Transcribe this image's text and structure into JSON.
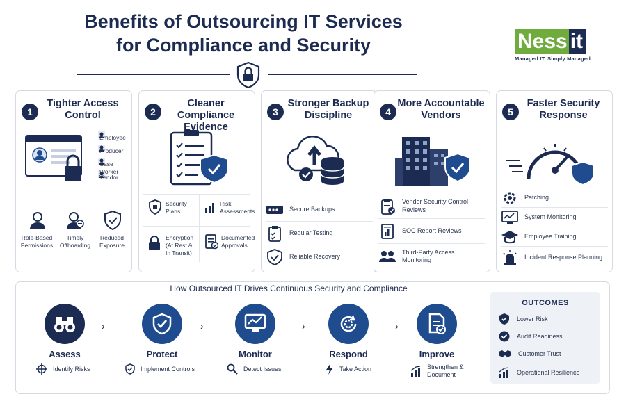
{
  "title_line1": "Benefits of Outsourcing IT Services",
  "title_line2": "for Compliance and Security",
  "logo": {
    "word_a": "Ness",
    "word_b": "it",
    "tagline": "Managed IT. Simply Managed."
  },
  "cards": [
    {
      "number": "1",
      "title": "Tighter Access Control",
      "roles": [
        "Employee",
        "Producer",
        "Case Worker",
        "Vendor"
      ],
      "items": [
        "Role-Based Permissions",
        "Timely Offboarding",
        "Reduced Exposure"
      ]
    },
    {
      "number": "2",
      "title": "Cleaner Compliance Evidence",
      "items": [
        "Security Plans",
        "Risk Assessments",
        "Encryption (At Rest & In Transit)",
        "Documented Approvals"
      ]
    },
    {
      "number": "3",
      "title": "Stronger Backup Discipline",
      "items": [
        "Secure Backups",
        "Regular Testing",
        "Reliable Recovery"
      ]
    },
    {
      "number": "4",
      "title": "More Accountable Vendors",
      "items": [
        "Vendor Security Control Reviews",
        "SOC Report Reviews",
        "Third-Party Access Monitoring"
      ]
    },
    {
      "number": "5",
      "title": "Faster Security Response",
      "items": [
        "Patching",
        "System Monitoring",
        "Employee Training",
        "Incident Response Planning"
      ]
    }
  ],
  "process": {
    "title": "How Outsourced IT Drives Continuous Security and Compliance",
    "steps": [
      {
        "label": "Assess",
        "sub": "Identify Risks"
      },
      {
        "label": "Protect",
        "sub": "Implement Controls"
      },
      {
        "label": "Monitor",
        "sub": "Detect Issues"
      },
      {
        "label": "Respond",
        "sub": "Take Action"
      },
      {
        "label": "Improve",
        "sub": "Strengthen & Document"
      }
    ]
  },
  "outcomes": {
    "title": "OUTCOMES",
    "items": [
      "Lower Risk",
      "Audit Readiness",
      "Customer Trust",
      "Operational Resilience"
    ]
  },
  "colors": {
    "navy": "#1c2b52",
    "blue": "#1f4c8f",
    "green": "#6fab3d"
  }
}
